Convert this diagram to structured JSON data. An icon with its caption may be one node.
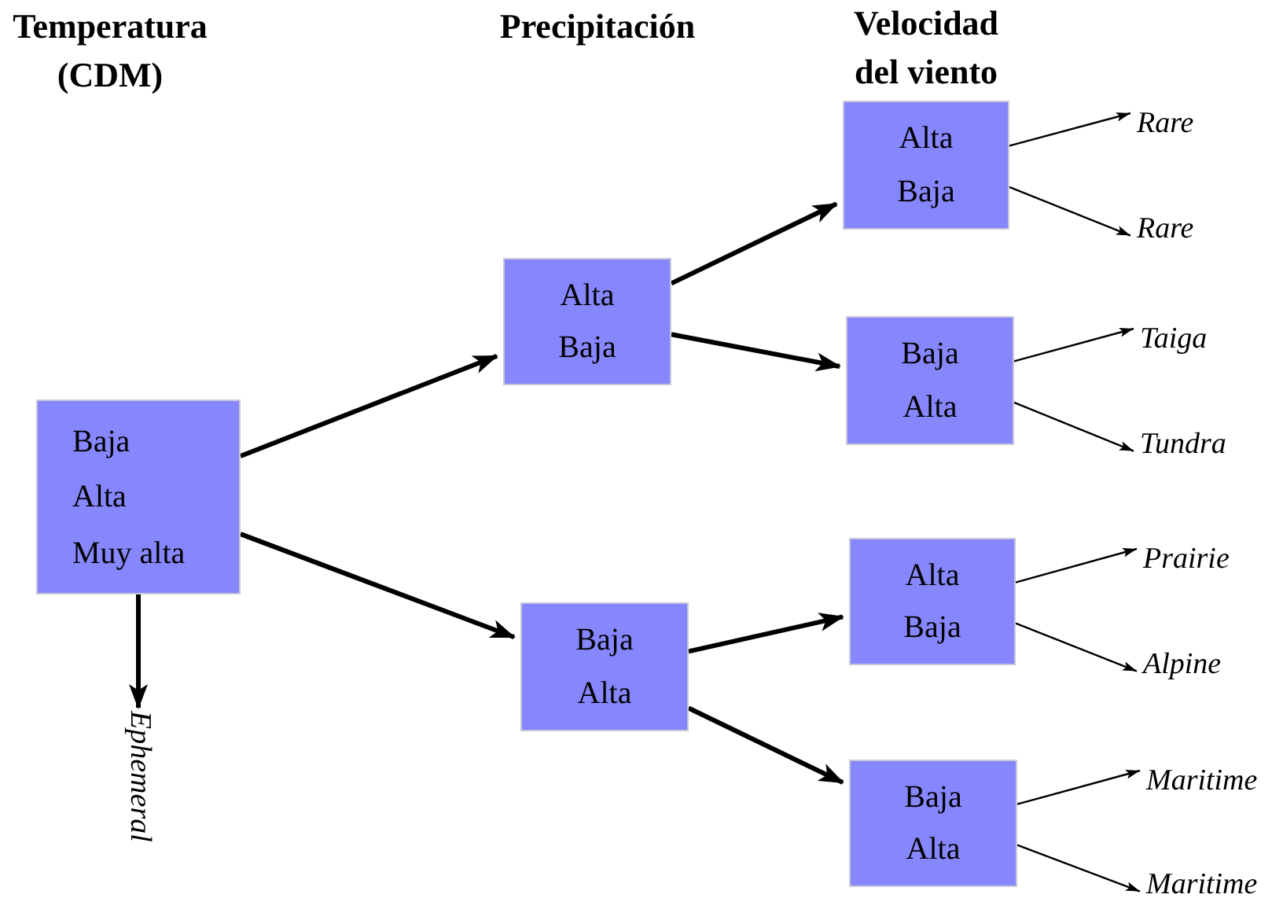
{
  "diagram": {
    "nodes": [
      {
        "text": [
          "Baja",
          "Alta",
          "Muy alta"
        ]
      },
      {
        "text": [
          "Alta",
          "Baja"
        ]
      },
      {
        "text": [
          "Baja",
          "Alta"
        ]
      },
      {
        "text": [
          "Alta",
          "Baja"
        ]
      },
      {
        "text": [
          "Baja",
          "Alta"
        ]
      },
      {
        "text": [
          "Alta",
          "Baja"
        ]
      },
      {
        "text": [
          "Baja",
          "Alta"
        ]
      },
      {
        "text": [
          "Ephemeral"
        ]
      },
      {
        "text": [
          "Rare"
        ]
      },
      {
        "text": [
          "Rare"
        ]
      },
      {
        "text": [
          "Taiga"
        ]
      },
      {
        "text": [
          "Tundra"
        ]
      },
      {
        "text": [
          "Prairie"
        ]
      },
      {
        "text": [
          "Alpine"
        ]
      },
      {
        "text": [
          "Maritime"
        ]
      },
      {
        "text": [
          "Maritime"
        ]
      }
    ],
    "edges": [
      {
        "from": 0,
        "to": 1,
        "arrow": "to",
        "style": "thick"
      },
      {
        "from": 0,
        "to": 2,
        "arrow": "to",
        "style": "thick"
      },
      {
        "from": 0,
        "to": 7,
        "arrow": "to",
        "style": "thick"
      },
      {
        "from": 1,
        "to": 3,
        "arrow": "to",
        "style": "thick"
      },
      {
        "from": 1,
        "to": 4,
        "arrow": "to",
        "style": "thick"
      },
      {
        "from": 2,
        "to": 5,
        "arrow": "to",
        "style": "thick"
      },
      {
        "from": 2,
        "to": 6,
        "arrow": "to",
        "style": "thick"
      },
      {
        "from": 3,
        "to": 8,
        "arrow": "to"
      },
      {
        "from": 3,
        "to": 9,
        "arrow": "to"
      },
      {
        "from": 4,
        "to": 10,
        "arrow": "to"
      },
      {
        "from": 4,
        "to": 11,
        "arrow": "to"
      },
      {
        "from": 5,
        "to": 12,
        "arrow": "to"
      },
      {
        "from": 5,
        "to": 13,
        "arrow": "to"
      },
      {
        "from": 6,
        "to": 14,
        "arrow": "to"
      },
      {
        "from": 6,
        "to": 15,
        "arrow": "to"
      }
    ],
    "labels": [
      "Temperatura (CDM)",
      "Precipitación",
      "Velocidad del viento"
    ]
  }
}
